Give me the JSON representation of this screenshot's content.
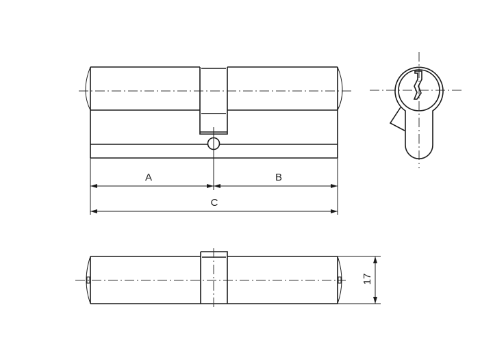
{
  "drawing": {
    "dimensions": {
      "a_label": "A",
      "b_label": "B",
      "c_label": "C",
      "height_label": "17"
    },
    "line_color": "#1a1a1a"
  }
}
